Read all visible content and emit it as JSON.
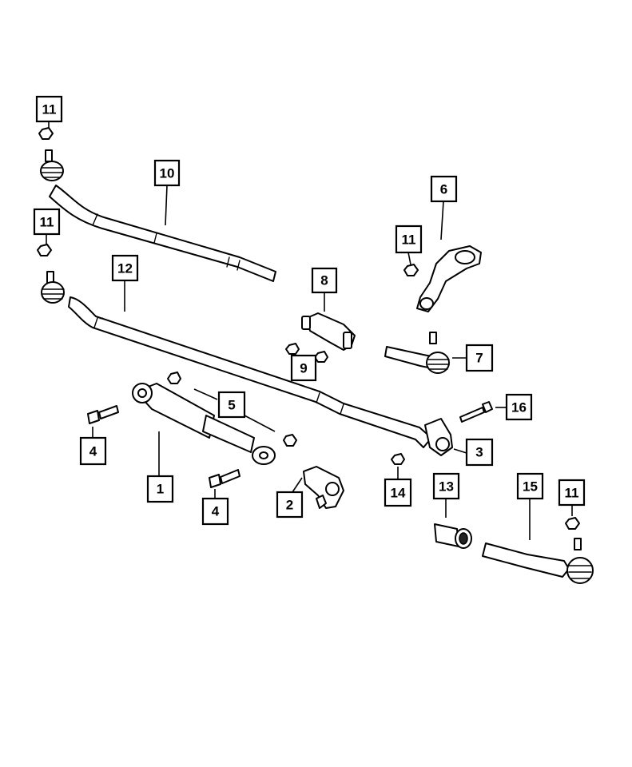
{
  "callouts": {
    "c1": "1",
    "c2": "2",
    "c3": "3",
    "c4a": "4",
    "c4b": "4",
    "c5": "5",
    "c6": "6",
    "c7": "7",
    "c8": "8",
    "c9": "9",
    "c10": "10",
    "c11a": "11",
    "c11b": "11",
    "c11c": "11",
    "c11d": "11",
    "c12": "12",
    "c13": "13",
    "c14": "14",
    "c15": "15",
    "c16": "16"
  },
  "colors": {
    "line": "#000000",
    "fill": "#ffffff",
    "dark": "#222222"
  }
}
